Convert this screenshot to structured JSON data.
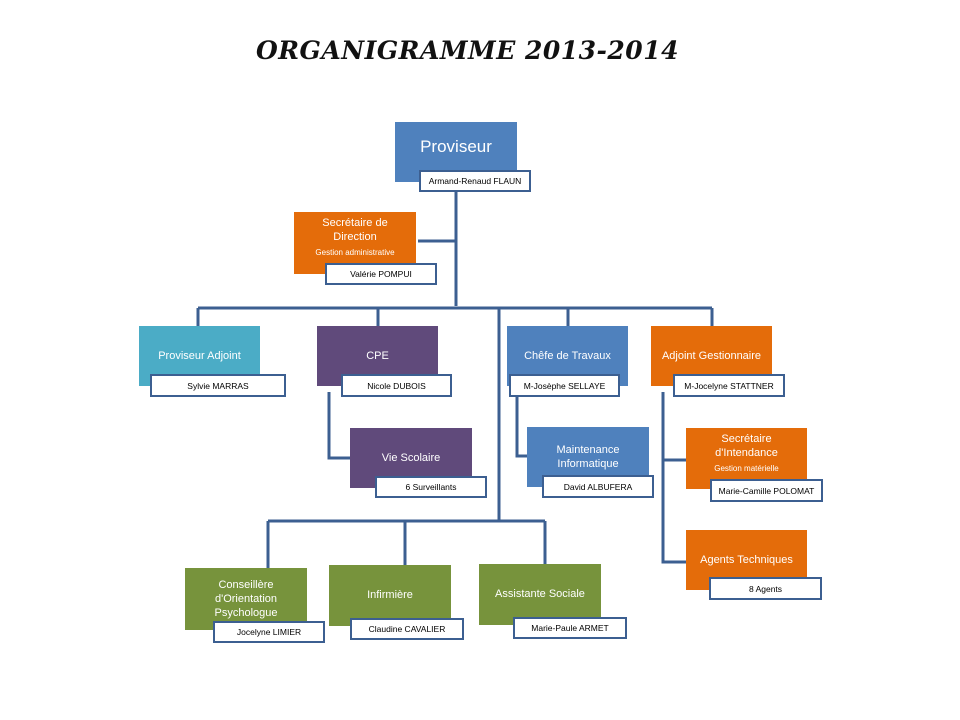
{
  "title": "ORGANIGRAMME 2013-2014",
  "colors": {
    "proviseur": "#4f81bd",
    "secretaire": "#e46c0a",
    "adjoint": "#4bacc6",
    "cpe": "#604a7b",
    "travaux": "#4f81bd",
    "gestion": "#e46c0a",
    "social": "#77933c",
    "connector": "#3c5f91"
  },
  "nodes": {
    "proviseur": {
      "title": "Proviseur",
      "name": "Armand-Renaud FLAUN"
    },
    "secretaire_direction": {
      "title": "Secrétaire de Direction",
      "subtitle": "Gestion administrative",
      "name": "Valérie POMPUI"
    },
    "proviseur_adjoint": {
      "title": "Proviseur Adjoint",
      "name": "Sylvie MARRAS"
    },
    "cpe": {
      "title": "CPE",
      "name": "Nicole DUBOIS"
    },
    "vie_scolaire": {
      "title": "Vie Scolaire",
      "name": "6 Surveillants"
    },
    "chef_travaux": {
      "title": "Chêfe de Travaux",
      "name": "M-Josèphe SELLAYE"
    },
    "maintenance": {
      "title": "Maintenance Informatique",
      "name": "David ALBUFERA"
    },
    "adjoint_gestionnaire": {
      "title": "Adjoint Gestionnaire",
      "name": "M-Jocelyne STATTNER"
    },
    "secretaire_intendance": {
      "title": "Secrétaire d'Intendance",
      "subtitle": "Gestion matérielle",
      "name": "Marie-Camille POLOMAT"
    },
    "agents_techniques": {
      "title": "Agents Techniques",
      "name": "8 Agents"
    },
    "conseillere": {
      "title": "Conseillère d'Orientation Psychologue",
      "name": "Jocelyne LIMIER"
    },
    "infirmiere": {
      "title": "Infirmière",
      "name": "Claudine CAVALIER"
    },
    "assistante": {
      "title": "Assistante Sociale",
      "name": "Marie-Paule ARMET"
    }
  }
}
